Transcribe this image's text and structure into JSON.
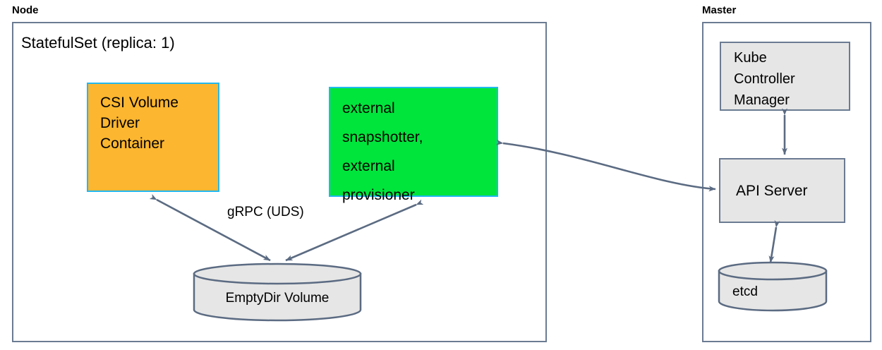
{
  "diagram": {
    "groups": [
      {
        "id": "node",
        "label": "Node",
        "title": "StatefulSet (replica: 1)"
      },
      {
        "id": "master",
        "label": "Master",
        "title": ""
      }
    ],
    "node_group": {
      "label": "Node",
      "statefulset_title": "StatefulSet (replica: 1)",
      "csi_container": {
        "lines": [
          "CSI Volume",
          "Driver",
          "Container"
        ],
        "fill": "#fcb630",
        "border": "#22b8f0"
      },
      "external_container": {
        "lines": [
          "external",
          "snapshotter,",
          "external",
          "provisioner"
        ],
        "fill": "#00e53c",
        "border": "#22b8f0"
      },
      "emptydir_volume": {
        "label": "EmptyDir Volume",
        "fill": "#e6e6e6",
        "border": "#5b6b82"
      },
      "grpc_label": "gRPC (UDS)"
    },
    "master_group": {
      "label": "Master",
      "kube_controller_manager": {
        "lines": [
          "Kube",
          "Controller",
          "Manager"
        ],
        "fill": "#e6e6e6",
        "border": "#6b7b92"
      },
      "api_server": {
        "label": "API Server",
        "fill": "#e6e6e6",
        "border": "#6b7b92"
      },
      "etcd": {
        "label": "etcd",
        "fill": "#e6e6e6",
        "border": "#5b6b82"
      }
    },
    "connections": [
      {
        "id": "csi-to-emptydir",
        "from": "CSI Volume Driver Container",
        "to": "EmptyDir Volume",
        "label": "gRPC (UDS)",
        "arrows": "both"
      },
      {
        "id": "external-to-emptydir",
        "from": "external snapshotter, external provisioner",
        "to": "EmptyDir Volume",
        "label": "",
        "arrows": "both"
      },
      {
        "id": "external-to-apiserver",
        "from": "external snapshotter, external provisioner",
        "to": "API Server",
        "label": "",
        "arrows": "both"
      },
      {
        "id": "kcm-to-apiserver",
        "from": "Kube Controller Manager",
        "to": "API Server",
        "label": "",
        "arrows": "both"
      },
      {
        "id": "apiserver-to-etcd",
        "from": "API Server",
        "to": "etcd",
        "label": "",
        "arrows": "both"
      }
    ],
    "colors": {
      "edge": "#5b6b82",
      "group_border": "#6b7b92",
      "orange": "#fcb630",
      "green": "#00e53c",
      "cyan": "#22b8f0",
      "gray_fill": "#e6e6e6",
      "background": "#ffffff"
    }
  }
}
